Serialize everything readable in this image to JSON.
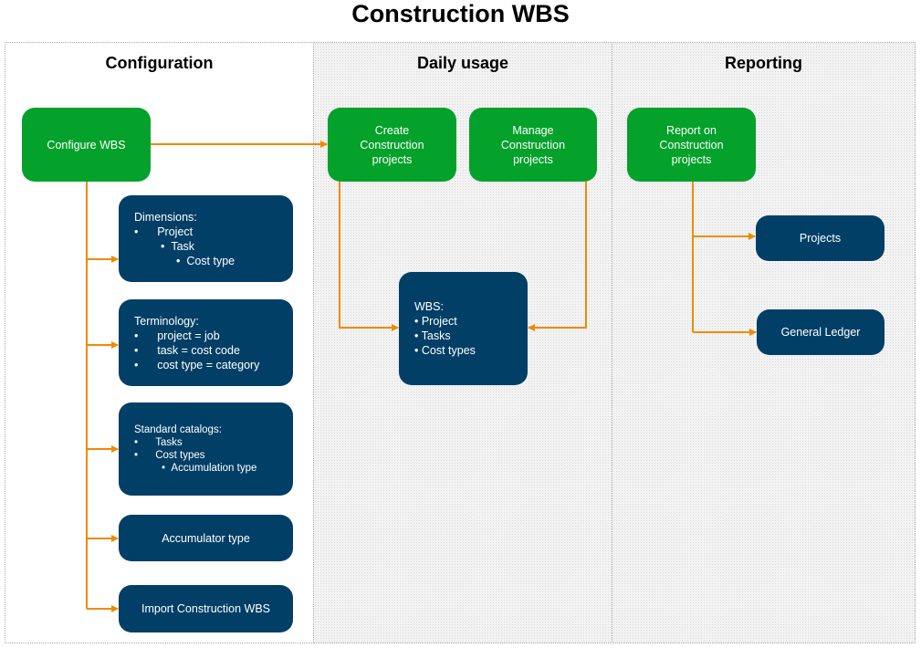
{
  "title": "Construction WBS",
  "colors": {
    "green": "#04a12b",
    "navy": "#023f66",
    "arrow": "#ef8a00"
  },
  "lanes": {
    "configuration": "Configuration",
    "daily": "Daily usage",
    "reporting": "Reporting"
  },
  "nodes": {
    "configure": "Configure WBS",
    "dimensions": {
      "head": "Dimensions:",
      "items": [
        "Project",
        "Task",
        "Cost type"
      ]
    },
    "terminology": {
      "head": "Terminology:",
      "items": [
        "project = job",
        "task = cost code",
        "cost type = category"
      ]
    },
    "catalogs": {
      "head": "Standard catalogs:",
      "items": [
        "Tasks",
        "Cost types",
        "Accumulation type"
      ]
    },
    "accumulator": "Accumulator type",
    "import": "Import Construction WBS",
    "create": "Create Construction projects",
    "manage": "Manage Construction projects",
    "wbs": {
      "head": "WBS:",
      "items": [
        "• Project",
        "• Tasks",
        "• Cost types"
      ]
    },
    "report": "Report on Construction projects",
    "projects": "Projects",
    "ledger": "General Ledger"
  }
}
